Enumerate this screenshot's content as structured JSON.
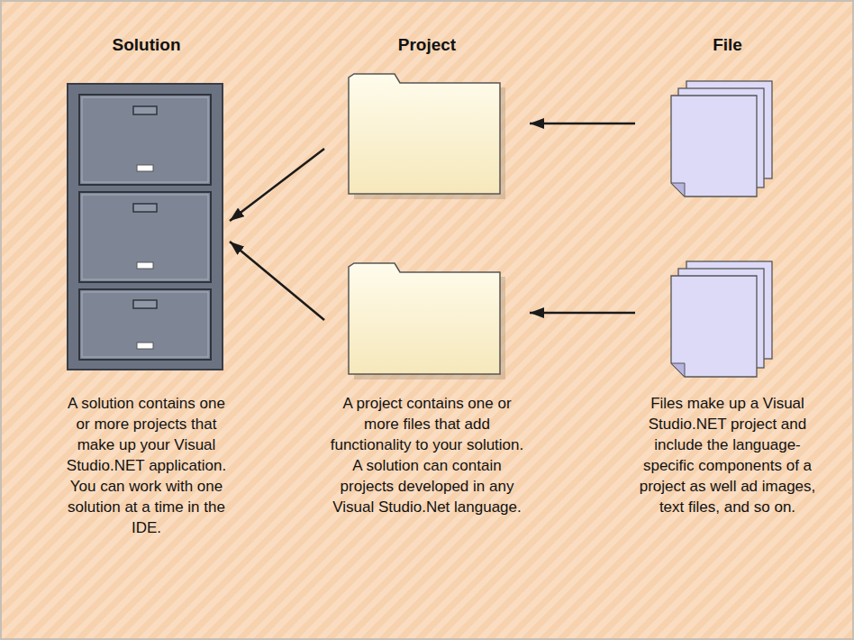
{
  "diagram": {
    "nodes": [
      {
        "text": [
          "Solution",
          "A solution contains one or more projects that make up your Visual Studio.NET application. You can work with one solution at a time in the IDE."
        ]
      },
      {
        "text": [
          "Project",
          "A project contains one or more files that add functionality to your solution. A solution can contain projects developed in any Visual Studio.Net language."
        ]
      },
      {
        "text": [
          "File",
          "Files make up a Visual Studio.NET project and include the language-specific components of a project as well ad images, text files, and so on."
        ]
      }
    ],
    "edges": [
      {
        "from": 1,
        "to": 0,
        "arrow": "to"
      },
      {
        "from": 1,
        "to": 0,
        "arrow": "to"
      },
      {
        "from": 2,
        "to": 1,
        "arrow": "to"
      },
      {
        "from": 2,
        "to": 1,
        "arrow": "to"
      }
    ]
  }
}
